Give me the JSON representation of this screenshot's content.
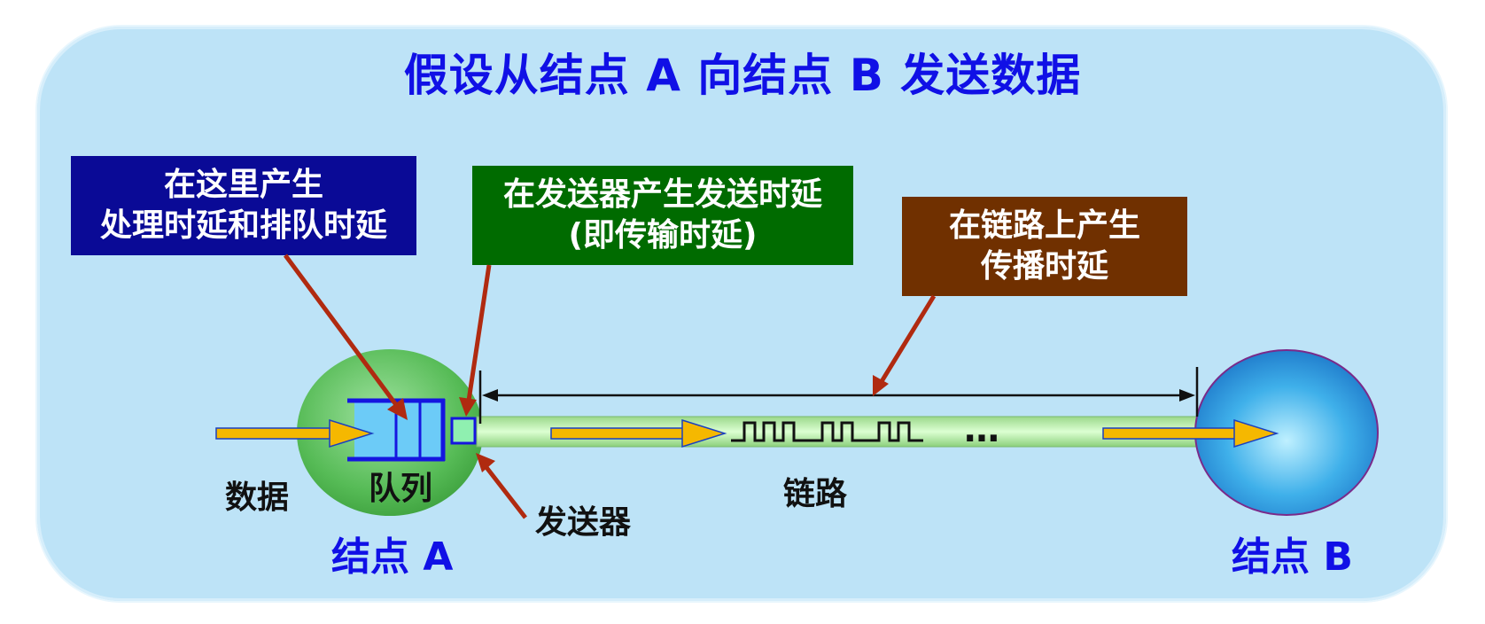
{
  "title": "假设从结点 A 向结点 B 发送数据",
  "callouts": {
    "queue_delay": {
      "line1": "在这里产生",
      "line2": "处理时延和排队时延"
    },
    "transmit_delay": {
      "line1": "在发送器产生发送时延",
      "line2": "(即传输时延)"
    },
    "propagation_delay": {
      "line1": "在链路上产生",
      "line2": "传播时延"
    }
  },
  "labels": {
    "data": "数据",
    "queue": "队列",
    "transmitter": "发送器",
    "link": "链路",
    "ellipsis": "…",
    "node_a": "结点 A",
    "node_b": "结点 B"
  },
  "colors": {
    "background": "#bde3f7",
    "title": "#1010e6",
    "callout_blue": "#0a0a96",
    "callout_green": "#006b00",
    "callout_brown": "#703000",
    "pointer": "#b02a10",
    "arrow": "#f5b800",
    "link": "#b8f0a8"
  }
}
